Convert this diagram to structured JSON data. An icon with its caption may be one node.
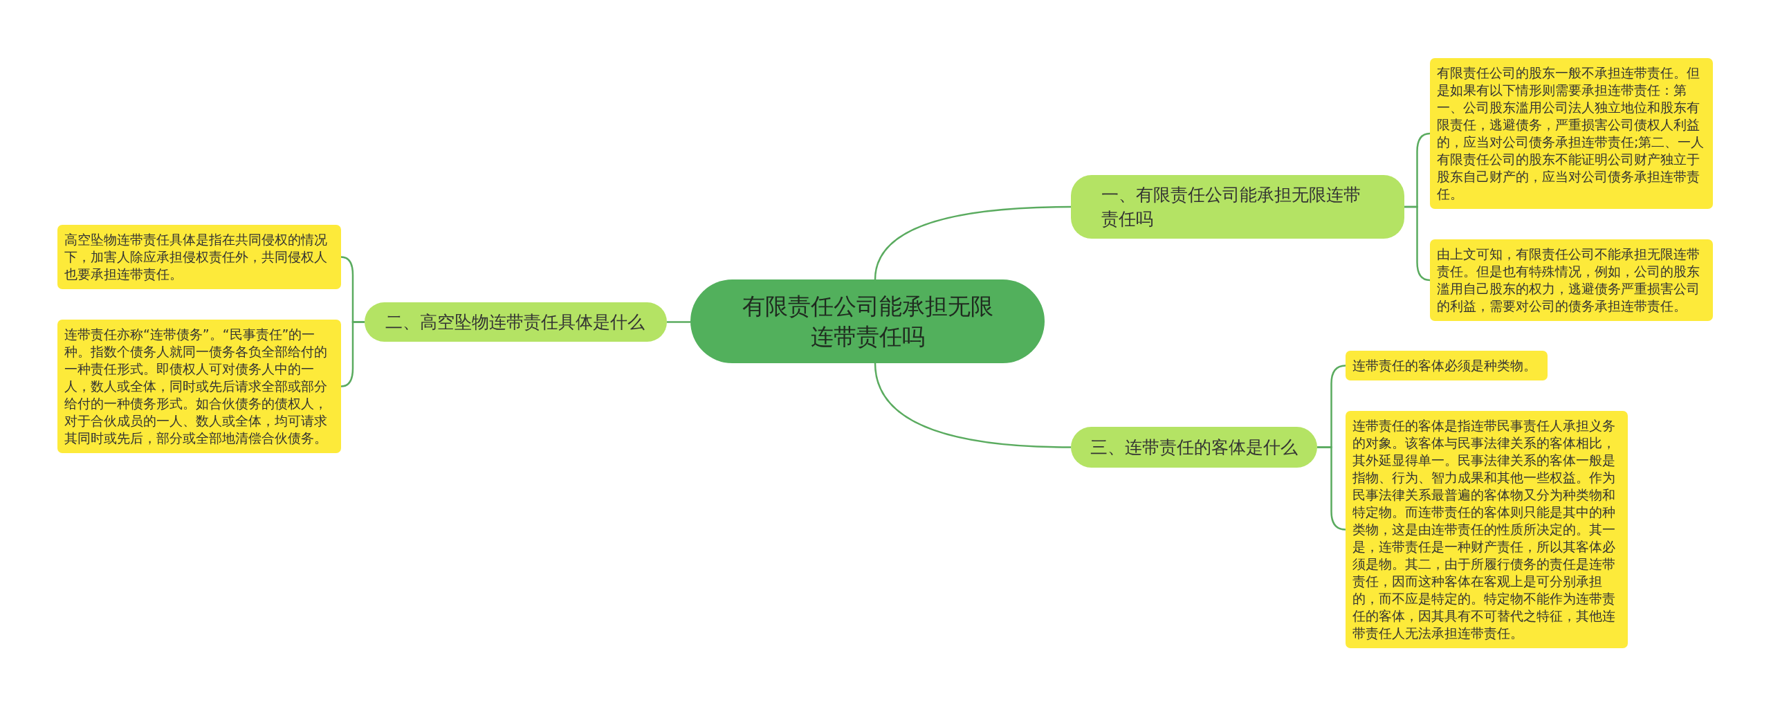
{
  "diagram": {
    "nodes": [
      {
        "text": [
          "有限责任公司能承担无限连带责任吗"
        ]
      },
      {
        "text": [
          "一、有限责任公司能承担无限连带责任吗"
        ]
      },
      {
        "text": [
          "有限责任公司的股东一般不承担连带责任。但是如果有以下情形则需要承担连带责任：第一、公司股东滥用公司法人独立地位和股东有限责任，逃避债务，严重损害公司债权人利益的，应当对公司债务承担连带责任;第二、一人有限责任公司的股东不能证明公司财产独立于股东自己财产的，应当对公司债务承担连带责任。"
        ]
      },
      {
        "text": [
          "由上文可知，有限责任公司不能承担无限连带责任。但是也有特殊情况，例如，公司的股东滥用自己股东的权力，逃避债务严重损害公司的利益，需要对公司的债务承担连带责任。"
        ]
      },
      {
        "text": [
          "二、高空坠物连带责任具体是什么"
        ]
      },
      {
        "text": [
          "高空坠物连带责任具体是指在共同侵权的情况下，加害人除应承担侵权责任外，共同侵权人也要承担连带责任。"
        ]
      },
      {
        "text": [
          "连带责任亦称“连带债务”。“民事责任”的一种。指数个债务人就同一债务各负全部给付的一种责任形式。即债权人可对债务人中的一人，数人或全体，同时或先后请求全部或部分给付的一种债务形式。如合伙债务的债权人，对于合伙成员的一人、数人或全体，均可请求其同时或先后，部分或全部地清偿合伙债务。"
        ]
      },
      {
        "text": [
          "三、连带责任的客体是什么"
        ]
      },
      {
        "text": [
          "连带责任的客体必须是种类物。"
        ]
      },
      {
        "text": [
          "连带责任的客体是指连带民事责任人承担义务的对象。该客体与民事法律关系的客体相比，其外延显得单一。民事法律关系的客体一般是指物、行为、智力成果和其他一些权益。作为民事法律关系最普遍的客体物又分为种类物和特定物。而连带责任的客体则只能是其中的种类物，这是由连带责任的性质所决定的。其一是，连带责任是一种财产责任，所以其客体必须是物。其二，由于所履行债务的责任是连带责任，因而这种客体在客观上是可分别承担的，而不应是特定的。特定物不能作为连带责任的客体，因其具有不可替代之特征，其他连带责任人无法承担连带责任。"
        ]
      }
    ],
    "edges": [
      {
        "from": 0,
        "to": 1,
        "arrow": "none"
      },
      {
        "from": 1,
        "to": 2,
        "arrow": "none"
      },
      {
        "from": 1,
        "to": 3,
        "arrow": "none"
      },
      {
        "from": 0,
        "to": 4,
        "arrow": "none"
      },
      {
        "from": 4,
        "to": 5,
        "arrow": "none"
      },
      {
        "from": 4,
        "to": 6,
        "arrow": "none"
      },
      {
        "from": 0,
        "to": 7,
        "arrow": "none"
      },
      {
        "from": 7,
        "to": 8,
        "arrow": "none"
      },
      {
        "from": 7,
        "to": 9,
        "arrow": "none"
      }
    ]
  }
}
